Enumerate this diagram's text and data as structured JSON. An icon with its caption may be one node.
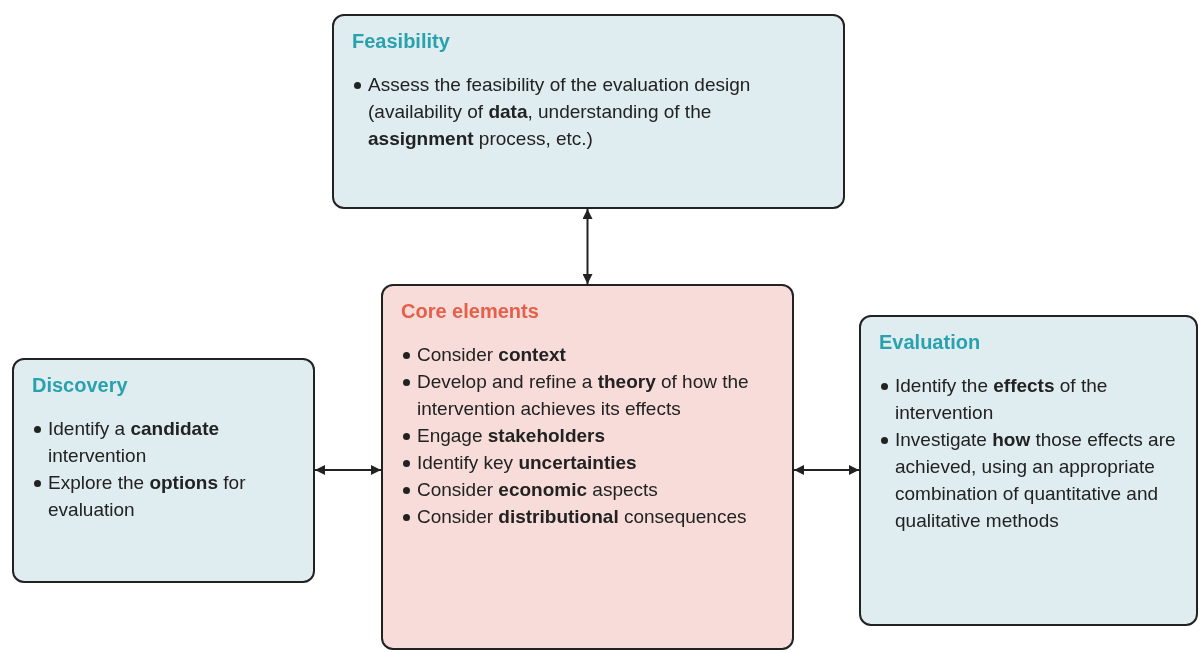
{
  "diagram": {
    "nodes": [
      {
        "text": [
          "Feasibility",
          "Assess the feasibility of the evaluation design (availability of **data**, understanding of the **assignment** process, etc.)"
        ]
      },
      {
        "text": [
          "Discovery",
          "Identify a **candidate** intervention",
          "Explore the **options** for evaluation"
        ]
      },
      {
        "text": [
          "Core elements",
          "Consider **context**",
          "Develop and refine a **theory** of how the intervention achieves its effects",
          "Engage **stakeholders**",
          "Identify key **uncertainties**",
          "Consider **economic** aspects",
          "Consider **distributional** consequences"
        ]
      },
      {
        "text": [
          "Evaluation",
          "Identify the **effects** of the intervention",
          "Investigate **how** those effects are achieved, using an appropriate combination of quantitative and qualitative methods"
        ]
      }
    ],
    "edges": [
      {
        "from": 0,
        "to": 2,
        "arrow": "both"
      },
      {
        "from": 1,
        "to": 2,
        "arrow": "both"
      },
      {
        "from": 2,
        "to": 3,
        "arrow": "both"
      }
    ]
  }
}
